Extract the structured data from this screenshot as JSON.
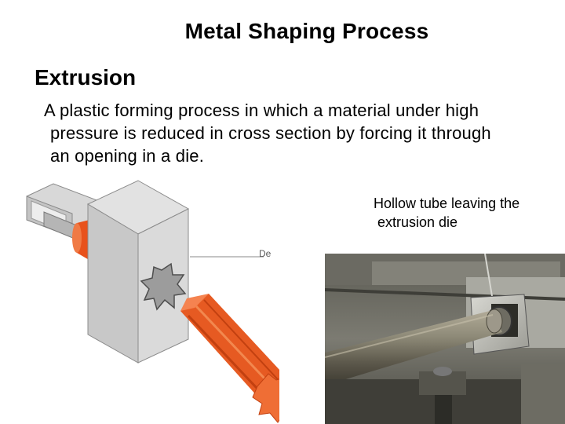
{
  "slide": {
    "title": "Metal Shaping Process",
    "heading": "Extrusion",
    "definition_lines": [
      "A plastic forming process in which a material under high",
      "pressure is reduced in cross section by forcing it through",
      "an opening in a die."
    ]
  },
  "illustration": {
    "die_label": "De",
    "colors": {
      "billet": "#ee5a24",
      "die": "#dcdcdc",
      "chamber": "#c9c9c9"
    }
  },
  "photo": {
    "caption_lines": [
      "Hollow tube  leaving the",
      "extrusion die"
    ]
  }
}
